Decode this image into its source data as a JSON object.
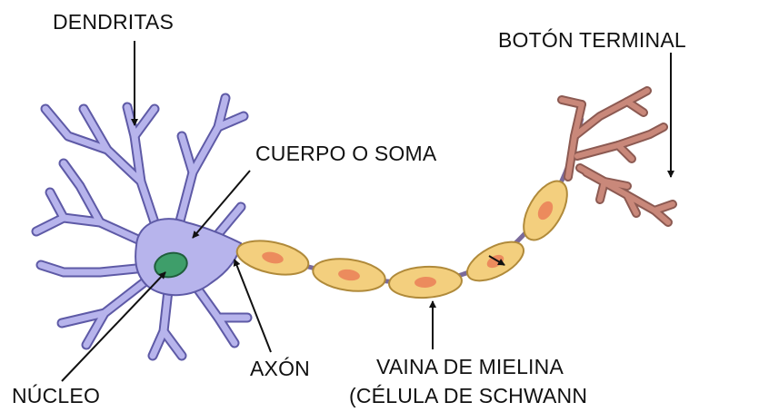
{
  "labels": {
    "dendritas": "DENDRITAS",
    "boton_terminal": "BOTÓN TERMINAL",
    "cuerpo_soma": "CUERPO O SOMA",
    "axon": "AXÓN",
    "vaina_mielina": "VAINA DE MIELINA",
    "celula_schwann": "(CÉLULA DE SCHWANN",
    "nucleo": "NÚCLEO"
  },
  "colors": {
    "soma_fill": "#b7b4ec",
    "soma_stroke": "#5e5aa6",
    "nucleus_fill": "#3e9e6a",
    "myelin_fill": "#f3cf7e",
    "myelin_stroke": "#b08a3a",
    "schwann_nucleus": "#ec8b5d",
    "terminal_fill": "#c9887a",
    "terminal_stroke": "#8c5a52",
    "pointer": "#111111"
  }
}
